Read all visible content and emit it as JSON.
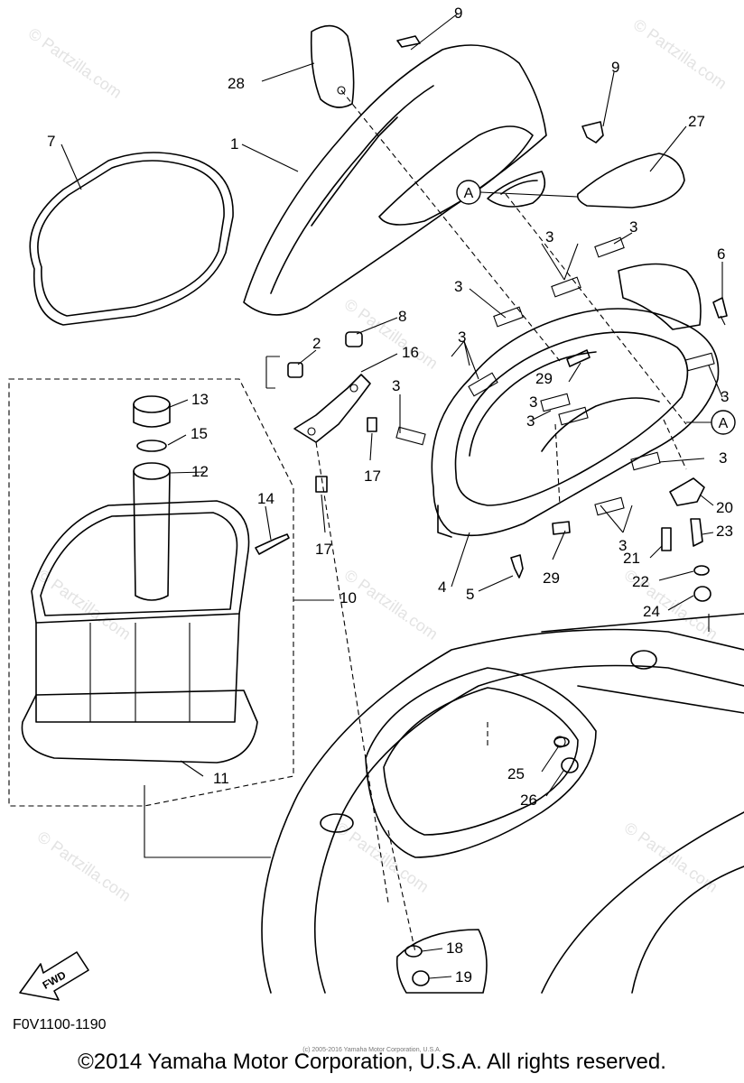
{
  "watermark": "© Partzilla.com",
  "fwd_label": "FWD",
  "ref_label": "A",
  "callouts": {
    "c1": "1",
    "c2": "2",
    "c3": "3",
    "c4": "4",
    "c5": "5",
    "c6": "6",
    "c7": "7",
    "c8": "8",
    "c9": "9",
    "c10": "10",
    "c11": "11",
    "c12": "12",
    "c13": "13",
    "c14": "14",
    "c15": "15",
    "c16": "16",
    "c17": "17",
    "c18": "18",
    "c19": "19",
    "c20": "20",
    "c21": "21",
    "c22": "22",
    "c23": "23",
    "c24": "24",
    "c25": "25",
    "c26": "26",
    "c27": "27",
    "c28": "28",
    "c29": "29"
  },
  "diagram_code": "F0V1100-1190",
  "small_print": "(c) 2005-2016 Yamaha Motor Corporation, U.S.A.",
  "copyright": "©2014 Yamaha Motor Corporation, U.S.A. All rights reserved."
}
